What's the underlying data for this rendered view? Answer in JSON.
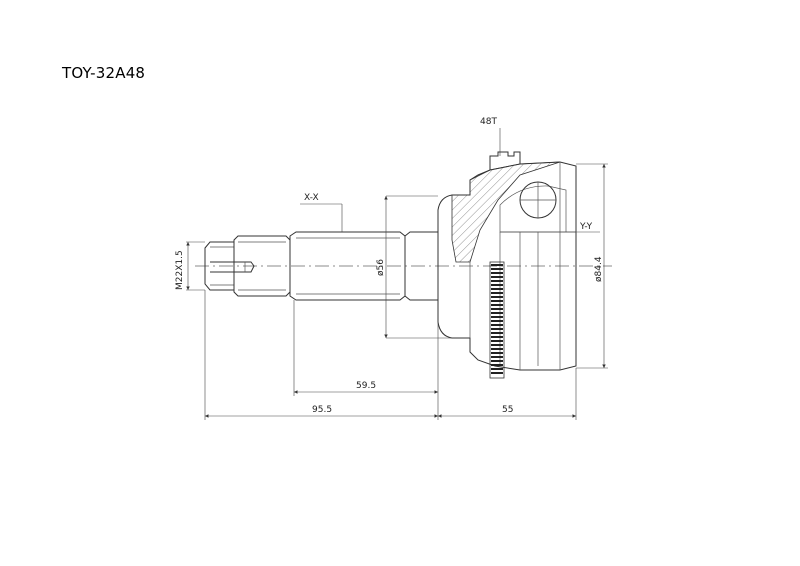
{
  "title": "TOY-32A48",
  "labels": {
    "teeth": "48T",
    "section_x": "X-X",
    "section_y": "Y-Y",
    "thread": "M22X1.5",
    "dia_shaft": "ø56",
    "dia_outer": "ø84.4",
    "len_shaft": "59.5",
    "len_total": "95.5",
    "len_housing": "55"
  }
}
